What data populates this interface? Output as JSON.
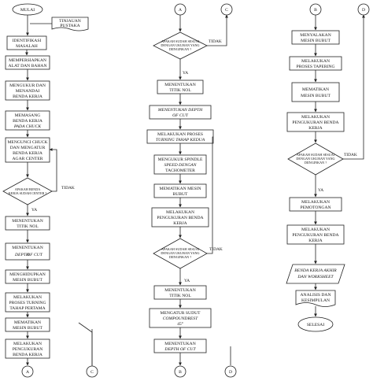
{
  "colors": {
    "stroke": "#222222",
    "background": "#ffffff",
    "text": "#111111"
  },
  "col1": {
    "start": "MULAI",
    "literature": [
      "TINJAUAN",
      "PUSTAKA"
    ],
    "identify": [
      "IDENTIFIKASI",
      "MASALAH"
    ],
    "prepare": [
      "MEMPERSIAPKAN",
      "ALAT DAN BAHAN"
    ],
    "measure_mark": [
      "MENGUKUR DAN",
      "MENANDAI",
      "BENDA KERJA"
    ],
    "mount": [
      "MEMASANG",
      "BENDA KERJA",
      "PADA CHUCK"
    ],
    "lock_center": [
      "MENGUNCI CHUCK",
      "DAN MENGATUR",
      "BENDA KERJA",
      "AGAR CENTER"
    ],
    "decision_center": [
      "APAKAH BENDA",
      "KERJA SUDAH CENTER ?"
    ],
    "no": "TIDAK",
    "yes": "YA",
    "zero_point": [
      "MENENTUKAN",
      "TITIK NOL"
    ],
    "depth_cut": [
      "MENENTUKAN",
      "DEPTH",
      "OF CUT"
    ],
    "start_lathe": [
      "MENGHIDUPKAN",
      "MESIN BUBUT"
    ],
    "turning_stage1": [
      "MELAKUKAN",
      "PROSES TURNING",
      "TAHAP PERTAMA"
    ],
    "stop_lathe": [
      "MEMATIKAN",
      "MESIN BUBUT"
    ],
    "measure": [
      "MELAKUKAN",
      "PENGUKURAN",
      "BENDA KERJA"
    ],
    "connector_a": "A",
    "connector_c": "C"
  },
  "col2": {
    "connector_a": "A",
    "connector_c": "C",
    "decision_size1": [
      "APAKAH SUDAH SESUAI",
      "DENGAN UKURAN YANG",
      "DIINGINKAN ?"
    ],
    "no": "TIDAK",
    "yes": "YA",
    "zero_point": [
      "MENENTUKAN",
      "TITIK NOL"
    ],
    "depth_cut": [
      "MENENTUKAN DEPTH",
      "OF CUT"
    ],
    "turning_stage2": [
      "MELAKUKAN PROSES",
      "TURNING TAHAP KEDUA"
    ],
    "spindle": [
      "MENGUKUR SPINDLE",
      "SPEED DENGAN",
      "TACHOMETER"
    ],
    "stop_lathe": [
      "MEMATIKAN MESIN",
      "BUBUT"
    ],
    "measure": [
      "MELAKUKAN",
      "PENGUKURAN BENDA",
      "KERJA"
    ],
    "decision_size2": [
      "APAKAH SUDAH SESUAI",
      "DENGAN UKURAN YANG",
      "DIINGINKAN ?"
    ],
    "no2": "TIDAK",
    "yes2": "YA",
    "zero_point2": [
      "MENENTUKAN",
      "TITIK NOL"
    ],
    "compound": [
      "MENGATUR SUDUT",
      "COMPOUNDREST",
      "45°"
    ],
    "depth_cut2": [
      "MENENTUKAN",
      "DEPTH OF CUT"
    ],
    "connector_b": "B",
    "connector_d": "D"
  },
  "col3": {
    "connector_b": "B",
    "connector_d": "D",
    "start_lathe": [
      "MENYALAKAN",
      "MESIN BUBUT"
    ],
    "tapering": [
      "MELAKUKAN",
      "PROSES TAPERING"
    ],
    "stop_lathe": [
      "MEMATIKAN",
      "MESIN BUBUT"
    ],
    "measure": [
      "MELAKUKAN",
      "PENGUKURAN BENDA",
      "KERJA"
    ],
    "decision_size": [
      "APAKAH SUDAH SESUAI",
      "DENGAN UKURAN YANG",
      "DIINGINKAN ?"
    ],
    "no": "TIDAK",
    "yes": "YA",
    "cutting": [
      "MELAKUKAN",
      "PEMOTONGAN"
    ],
    "measure2": [
      "MELAKUKAN",
      "PENGUKURAN BENDA",
      "KERJA"
    ],
    "final_part": [
      "BENDA KERJA AKHIR",
      "DAN WORKSHEET"
    ],
    "analysis": [
      "ANALISIS DAN",
      "KESIMPULAN"
    ],
    "end": "SELESAI"
  }
}
